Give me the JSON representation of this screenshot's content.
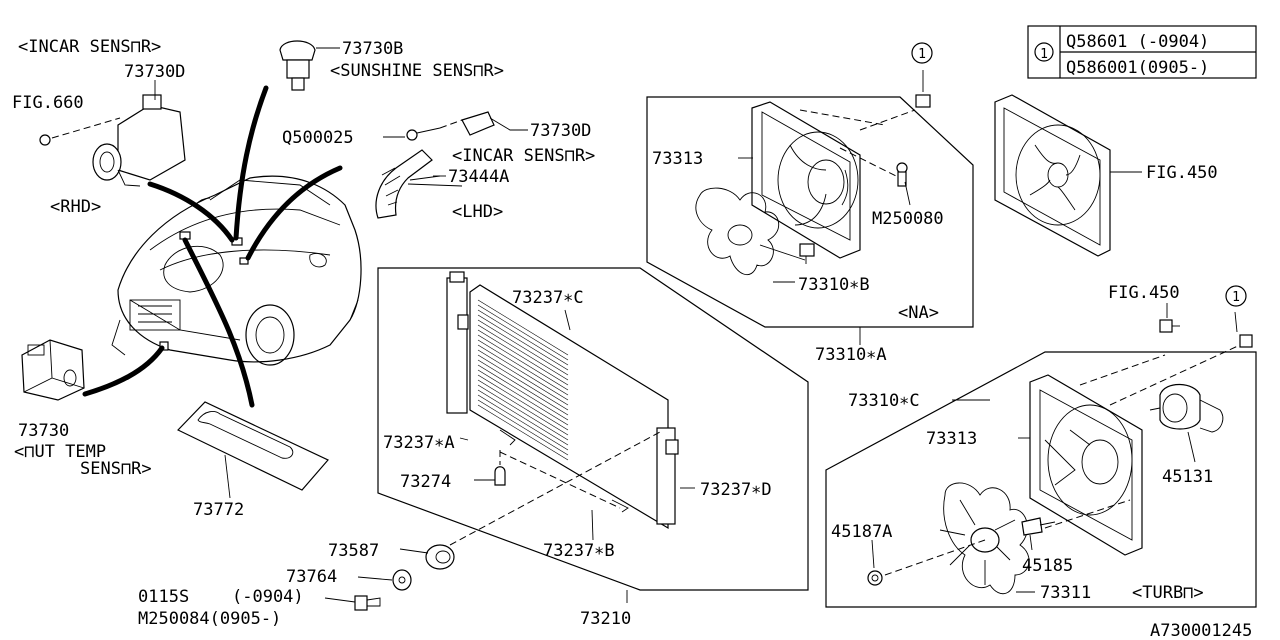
{
  "labels": {
    "incar_sensor_rhd_title": "<INCAR SENS⊓R>",
    "p73730D_rhd": "73730D",
    "fig660": "FIG.660",
    "rhd": "<RHD>",
    "p73730B": "73730B",
    "sunshine_sensor": "<SUNSHINE SENS⊓R>",
    "q500025": "Q500025",
    "p73730D_lhd": "73730D",
    "incar_sensor_lhd": "<INCAR SENS⊓R>",
    "p73444A": "73444A",
    "lhd": "<LHD>",
    "p73313_na": "73313",
    "m250080": "M250080",
    "p73310B": "73310∗B",
    "na": "<NA>",
    "p73310A": "73310∗A",
    "fig450_top": "FIG.450",
    "fig450_mid": "FIG.450",
    "p73237C": "73237∗C",
    "p73237A": "73237∗A",
    "p73274": "73274",
    "p73237D": "73237∗D",
    "p73237B": "73237∗B",
    "p73587": "73587",
    "p73764": "73764",
    "p0115s": "0115S",
    "r0904": "(-0904)",
    "m250084": "M250084(0905-)",
    "p73210": "73210",
    "p73730": "73730",
    "out_temp_1": "<⊓UT TEMP",
    "out_temp_2": "SENS⊓R>",
    "p73772": "73772",
    "p73310C": "73310∗C",
    "p73313_turbo": "73313",
    "p45131": "45131",
    "p45187A": "45187A",
    "p45185": "45185",
    "p73311": "73311",
    "turbo": "<TURB⊓>",
    "callout_1": "1",
    "callout_2": "1",
    "callout_3": "1",
    "figure_code": "A730001245"
  },
  "legend": {
    "marker": "1",
    "rows": [
      "Q58601 (-0904)",
      "Q586001(0905-)"
    ]
  }
}
